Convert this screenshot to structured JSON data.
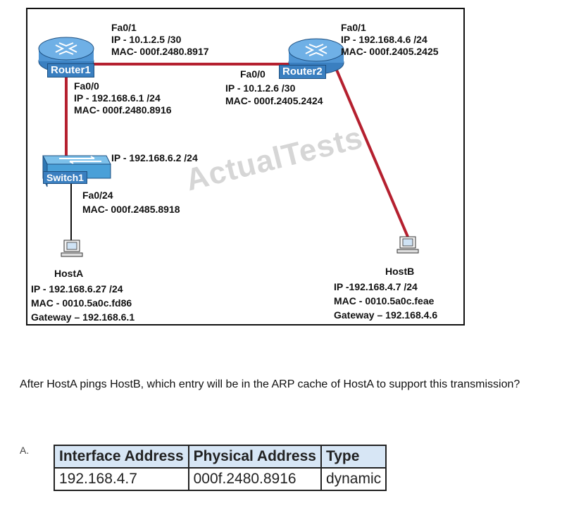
{
  "watermark": "ActualTests",
  "router1": {
    "name": "Router1",
    "fa01": {
      "iface": "Fa0/1",
      "ip": "IP - 10.1.2.5 /30",
      "mac": "MAC- 000f.2480.8917"
    },
    "fa00": {
      "iface": "Fa0/0",
      "ip": "IP - 192.168.6.1 /24",
      "mac": "MAC- 000f.2480.8916"
    }
  },
  "router2": {
    "name": "Router2",
    "fa01": {
      "iface": "Fa0/1",
      "ip": "IP - 192.168.4.6 /24",
      "mac": "MAC- 000f.2405.2425"
    },
    "fa00": {
      "iface": "Fa0/0",
      "ip": "IP - 10.1.2.6 /30",
      "mac": "MAC- 000f.2405.2424"
    }
  },
  "switch1": {
    "name": "Switch1",
    "ip": "IP - 192.168.6.2 /24",
    "iface": "Fa0/24",
    "mac": "MAC- 000f.2485.8918"
  },
  "hostA": {
    "name": "HostA",
    "ip": "IP - 192.168.6.27 /24",
    "mac": "MAC - 0010.5a0c.fd86",
    "gateway": "Gateway – 192.168.6.1"
  },
  "hostB": {
    "name": "HostB",
    "ip": "IP -192.168.4.7 /24",
    "mac": "MAC - 0010.5a0c.feae",
    "gateway": "Gateway – 192.168.4.6"
  },
  "question": "After HostA pings HostB, which entry will be in the ARP cache of HostA to support this transmission?",
  "option": {
    "letter": "A.",
    "headers": [
      "Interface Address",
      "Physical Address",
      "Type"
    ],
    "row": [
      "192.168.4.7",
      "000f.2480.8916",
      "dynamic"
    ]
  },
  "colors": {
    "link": "#b5202f",
    "router": "#3a7fc0",
    "switch": "#4aa0d8"
  }
}
